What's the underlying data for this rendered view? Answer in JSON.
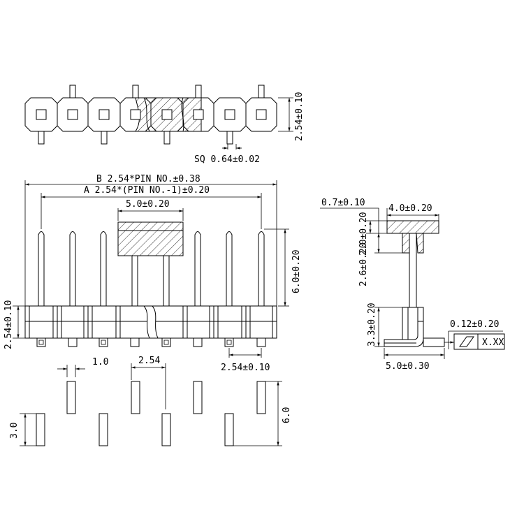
{
  "colors": {
    "ink": "#000000",
    "background": "#ffffff"
  },
  "dims": {
    "top_height": "2.54±0.10",
    "sq_pin": "SQ 0.64±0.02",
    "dim_b": "B  2.54*PIN NO.±0.38",
    "dim_a": "A  2.54*(PIN NO.-1)±0.20",
    "center_width": "5.0±0.20",
    "upper_pin": "6.0±0.20",
    "front_height": "2.54±0.10",
    "pitch_tol": "2.54±0.10",
    "pin_width": "1.0",
    "pitch": "2.54",
    "pcb_height": "3.0",
    "pcb_total": "6.0",
    "side_07": "0.7±0.10",
    "side_40": "4.0±0.20",
    "side_20": "2.0±0.20",
    "side_26": "2.6±0.20",
    "side_33": "3.3±0.20",
    "side_50": "5.0±0.30",
    "flatness": "0.12±0.20",
    "tolerance_box": "X.XX"
  }
}
